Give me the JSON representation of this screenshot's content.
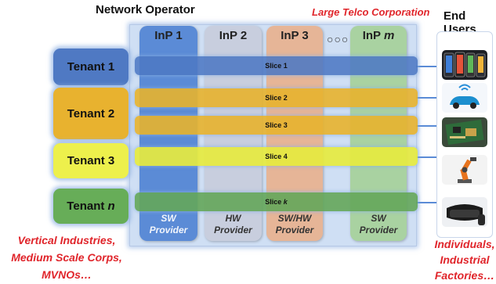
{
  "header": {
    "network_operator": "Network Operator",
    "telco": "Large Telco Corporation",
    "end_users": "End Users"
  },
  "inps": [
    {
      "name": "InP 1",
      "role": "SW\nProvider",
      "color": "#5b8bd6"
    },
    {
      "name": "InP 2",
      "role": "HW\nProvider",
      "color": "#c8cede"
    },
    {
      "name": "InP 3",
      "role": "SW/HW\nProvider",
      "color": "#e6b597"
    },
    {
      "name": "InP ",
      "name_italic": "m",
      "role": "SW\nProvider",
      "color": "#a9d2a1"
    }
  ],
  "dots": "○○○",
  "tenants": [
    {
      "name": "Tenant 1",
      "color": "#4f79c3"
    },
    {
      "name": "Tenant 2",
      "color": "#e8b22f"
    },
    {
      "name": "Tenant 3",
      "color": "#edf04c"
    },
    {
      "name": "Tenant ",
      "name_italic": "n",
      "color": "#67ad58"
    }
  ],
  "slices": [
    {
      "label": "Slice  1",
      "color": "#4d79c4"
    },
    {
      "label": "Slice 2",
      "color": "#e7b22e"
    },
    {
      "label": "Slice 3",
      "color": "#e7b22e"
    },
    {
      "label": "Slice 4",
      "color": "#e6ea3f"
    },
    {
      "label": "Slice ",
      "label_italic": "k",
      "color": "#64a65a"
    }
  ],
  "end_user_icons": [
    "smartphones-icon",
    "connected-car-icon",
    "circuit-board-icon",
    "robot-arm-icon",
    "vr-headset-icon"
  ],
  "footer": {
    "left": "Vertical Industries,\nMedium Scale Corps,\nMVNOs…",
    "right": "Individuals,\nIndustrial\nFactories…"
  }
}
